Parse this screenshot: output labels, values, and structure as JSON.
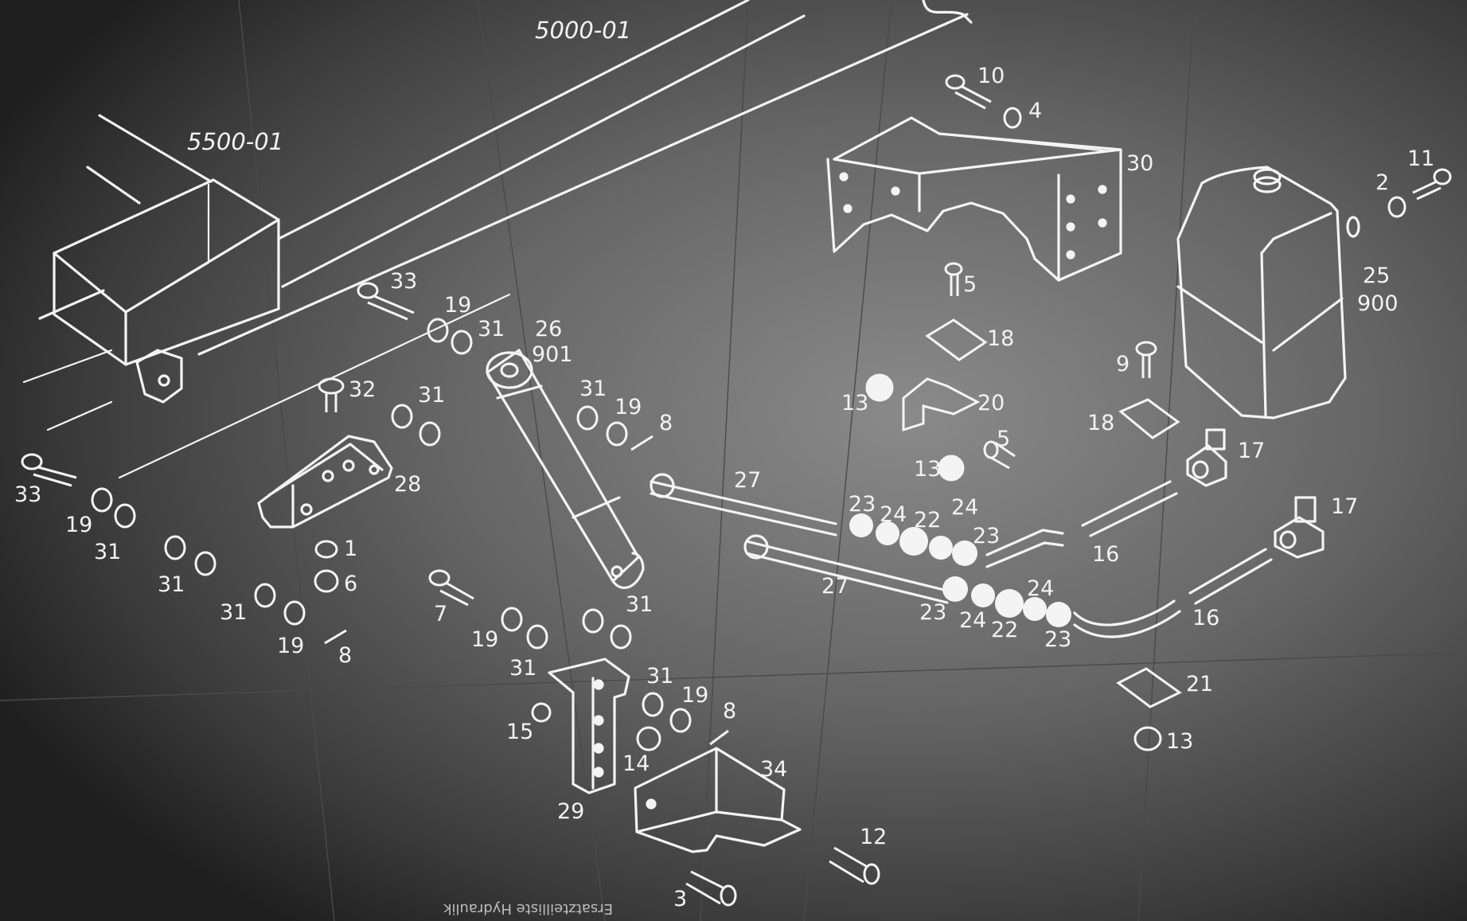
{
  "assemblies": {
    "frame": "5000-01",
    "crossmember": "5500-01"
  },
  "caption": "Ersatzteilliste Hydraulik",
  "labels": {
    "l33a": "33",
    "l19a": "19",
    "l31a": "31",
    "l26": "26",
    "l901": "901",
    "l32": "32",
    "l31b": "31",
    "l28": "28",
    "l33b": "33",
    "l19b": "19",
    "l31c": "31",
    "l31d": "31",
    "l1": "1",
    "l6": "6",
    "l31e": "31",
    "l19c": "19",
    "l8a": "8",
    "l7": "7",
    "l31f": "31",
    "l19d": "19",
    "l8b": "8",
    "l31g": "31",
    "l19e": "19",
    "l31h": "31",
    "l15": "15",
    "l29": "29",
    "l31i": "31",
    "l19f": "19",
    "l8c": "8",
    "l14": "14",
    "l34": "34",
    "l3": "3",
    "l12": "12",
    "l10": "10",
    "l4": "4",
    "l30": "30",
    "l5a": "5",
    "l18a": "18",
    "l13a": "13",
    "l20": "20",
    "l5b": "5",
    "l13b": "13",
    "l27a": "27",
    "l23a": "23",
    "l24a": "24",
    "l22a": "22",
    "l24b": "24",
    "l23b": "23",
    "l27b": "27",
    "l23c": "23",
    "l24c": "24",
    "l22b": "22",
    "l24d": "24",
    "l23d": "23",
    "l16a": "16",
    "l16b": "16",
    "l17a": "17",
    "l17b": "17",
    "l9": "9",
    "l18b": "18",
    "l21": "21",
    "l13c": "13",
    "l11": "11",
    "l2": "2",
    "l25": "25",
    "l900": "900"
  }
}
